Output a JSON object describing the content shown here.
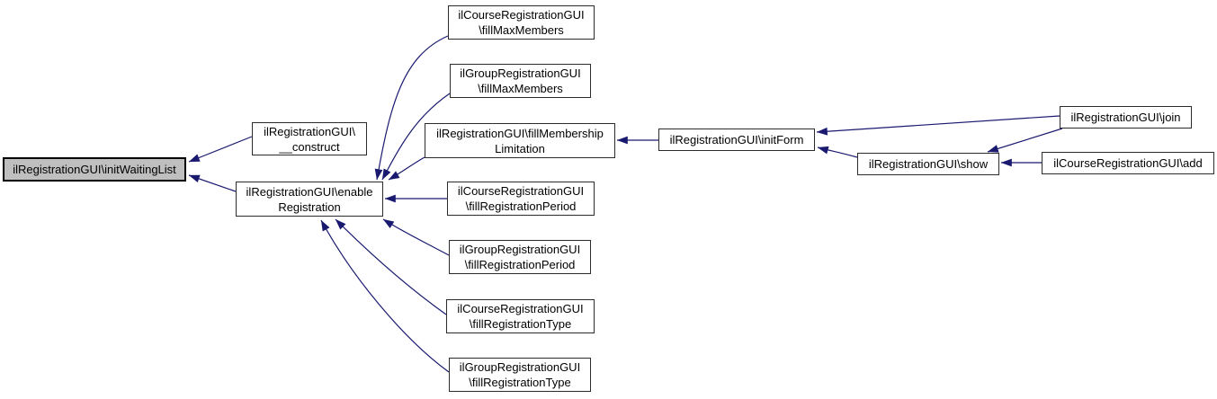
{
  "colors": {
    "edge": "#191970",
    "node_fill": "#ffffff",
    "node_border": "#2b2b2b",
    "highlight_fill": "#bfbfbf",
    "highlight_border": "#000000",
    "text": "#000000",
    "background": "#ffffff"
  },
  "graph": {
    "type": "caller-graph",
    "highlighted_node": "ilRegistrationGUI\\initWaitingList",
    "nodes": [
      {
        "id": "initWaitingList",
        "label": "ilRegistrationGUI\\initWaitingList",
        "lines": [
          "ilRegistrationGUI\\initWaitingList"
        ],
        "highlighted": true
      },
      {
        "id": "construct",
        "label": "ilRegistrationGUI\\__construct",
        "lines": [
          "ilRegistrationGUI\\",
          "__construct"
        ],
        "highlighted": false
      },
      {
        "id": "enableRegistration",
        "label": "ilRegistrationGUI\\enableRegistration",
        "lines": [
          "ilRegistrationGUI\\enable",
          "Registration"
        ],
        "highlighted": false
      },
      {
        "id": "courseFillMaxMembers",
        "label": "ilCourseRegistrationGUI\\fillMaxMembers",
        "lines": [
          "ilCourseRegistrationGUI",
          "\\fillMaxMembers"
        ],
        "highlighted": false
      },
      {
        "id": "groupFillMaxMembers",
        "label": "ilGroupRegistrationGUI\\fillMaxMembers",
        "lines": [
          "ilGroupRegistrationGUI",
          "\\fillMaxMembers"
        ],
        "highlighted": false
      },
      {
        "id": "fillMembershipLimitation",
        "label": "ilRegistrationGUI\\fillMembershipLimitation",
        "lines": [
          "ilRegistrationGUI\\fillMembership",
          "Limitation"
        ],
        "highlighted": false
      },
      {
        "id": "courseFillRegistrationPeriod",
        "label": "ilCourseRegistrationGUI\\fillRegistrationPeriod",
        "lines": [
          "ilCourseRegistrationGUI",
          "\\fillRegistrationPeriod"
        ],
        "highlighted": false
      },
      {
        "id": "groupFillRegistrationPeriod",
        "label": "ilGroupRegistrationGUI\\fillRegistrationPeriod",
        "lines": [
          "ilGroupRegistrationGUI",
          "\\fillRegistrationPeriod"
        ],
        "highlighted": false
      },
      {
        "id": "courseFillRegistrationType",
        "label": "ilCourseRegistrationGUI\\fillRegistrationType",
        "lines": [
          "ilCourseRegistrationGUI",
          "\\fillRegistrationType"
        ],
        "highlighted": false
      },
      {
        "id": "groupFillRegistrationType",
        "label": "ilGroupRegistrationGUI\\fillRegistrationType",
        "lines": [
          "ilGroupRegistrationGUI",
          "\\fillRegistrationType"
        ],
        "highlighted": false
      },
      {
        "id": "initForm",
        "label": "ilRegistrationGUI\\initForm",
        "lines": [
          "ilRegistrationGUI\\initForm"
        ],
        "highlighted": false
      },
      {
        "id": "join",
        "label": "ilRegistrationGUI\\join",
        "lines": [
          "ilRegistrationGUI\\join"
        ],
        "highlighted": false
      },
      {
        "id": "show",
        "label": "ilRegistrationGUI\\show",
        "lines": [
          "ilRegistrationGUI\\show"
        ],
        "highlighted": false
      },
      {
        "id": "add",
        "label": "ilCourseRegistrationGUI\\add",
        "lines": [
          "ilCourseRegistrationGUI\\add"
        ],
        "highlighted": false
      }
    ],
    "edges": [
      {
        "from": "construct",
        "to": "initWaitingList"
      },
      {
        "from": "enableRegistration",
        "to": "initWaitingList"
      },
      {
        "from": "courseFillMaxMembers",
        "to": "enableRegistration"
      },
      {
        "from": "groupFillMaxMembers",
        "to": "enableRegistration"
      },
      {
        "from": "fillMembershipLimitation",
        "to": "enableRegistration"
      },
      {
        "from": "courseFillRegistrationPeriod",
        "to": "enableRegistration"
      },
      {
        "from": "groupFillRegistrationPeriod",
        "to": "enableRegistration"
      },
      {
        "from": "courseFillRegistrationType",
        "to": "enableRegistration"
      },
      {
        "from": "groupFillRegistrationType",
        "to": "enableRegistration"
      },
      {
        "from": "initForm",
        "to": "fillMembershipLimitation"
      },
      {
        "from": "join",
        "to": "initForm"
      },
      {
        "from": "show",
        "to": "initForm"
      },
      {
        "from": "join",
        "to": "show"
      },
      {
        "from": "add",
        "to": "show"
      }
    ]
  }
}
